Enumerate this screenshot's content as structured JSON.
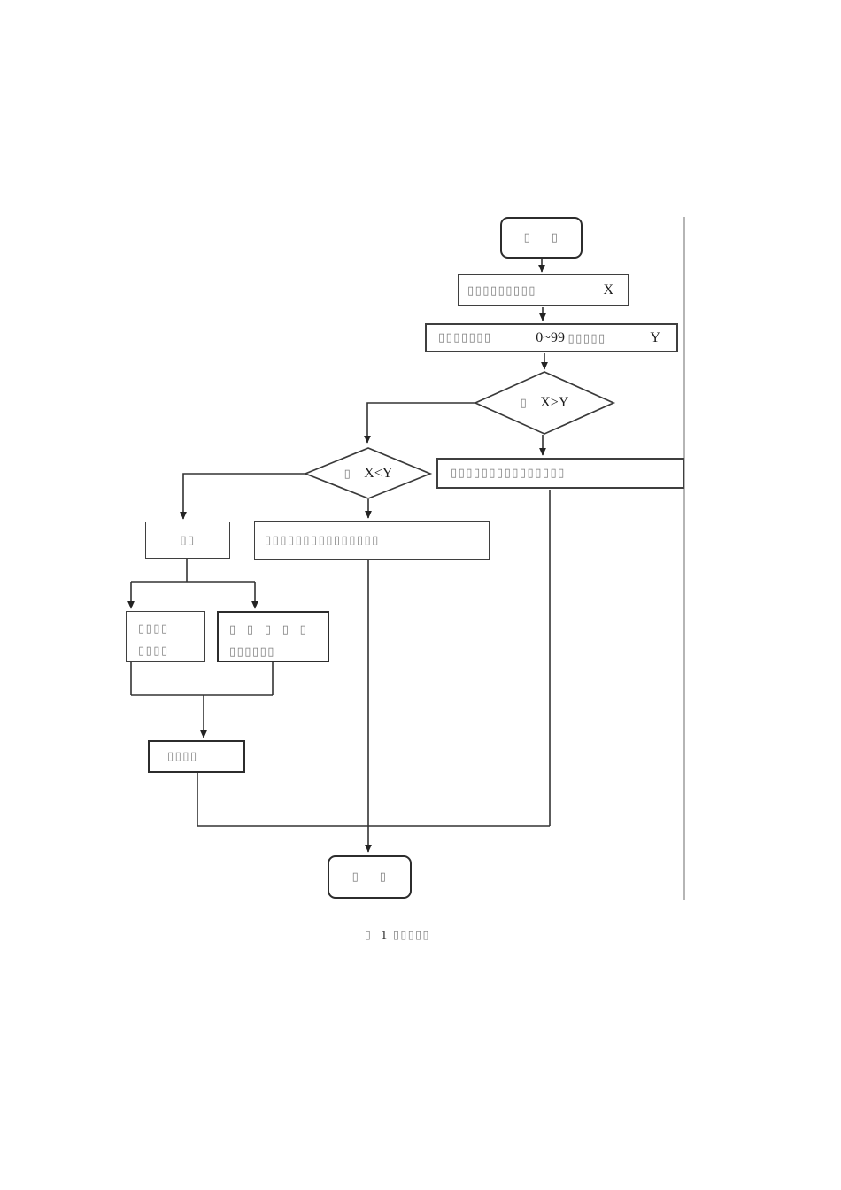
{
  "colors": {
    "line": "#333333",
    "ink": "#1c1c1c",
    "tofu": "#7d7d7d",
    "rule": "#b5b5b5"
  },
  "nodes": {
    "start": {
      "label": "▯    ▯"
    },
    "input_x": {
      "text": "▯▯▯▯▯▯▯▯▯",
      "var": "X"
    },
    "random_y": {
      "left": "▯▯▯▯▯▯▯",
      "num": "0~99",
      "mid_tofu": "▯▯▯▯▯",
      "var": "Y"
    },
    "cond_gt": {
      "tofu": "▯",
      "expr": "X>Y"
    },
    "cond_lt": {
      "tofu": "▯",
      "expr": "X<Y"
    },
    "result_gt": {
      "text": "▯▯▯▯▯▯▯▯▯▯▯▯▯▯▯"
    },
    "equal": {
      "text": "▯▯"
    },
    "result_lt": {
      "text": "▯▯▯▯▯▯▯▯▯▯▯▯▯▯▯"
    },
    "left_detail": {
      "line1": "▯▯▯▯",
      "line2": "▯▯▯▯"
    },
    "right_detail": {
      "line1": "▯  ▯  ▯  ▯  ▯",
      "line2": "▯▯▯▯▯▯"
    },
    "merge": {
      "text": "▯▯▯▯"
    },
    "end": {
      "label": "▯    ▯"
    }
  },
  "caption": {
    "fig_tofu": "▯",
    "fig_num": "1",
    "title_tofu": "▯▯▯▯▯"
  }
}
